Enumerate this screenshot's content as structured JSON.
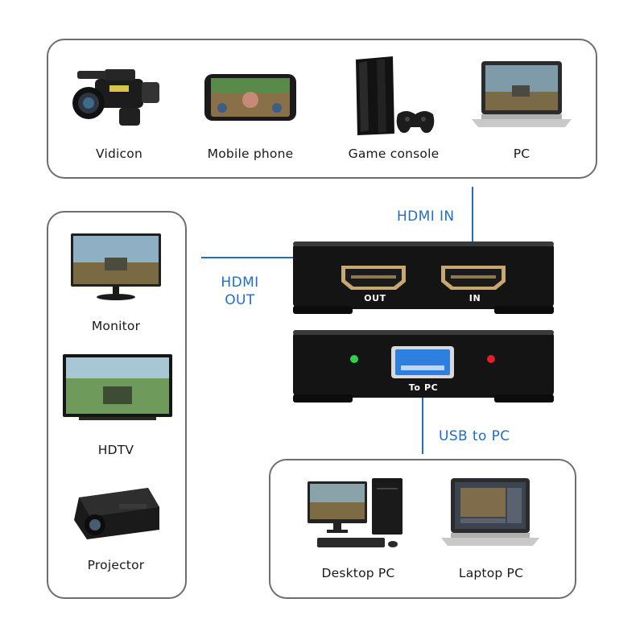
{
  "sources": {
    "vidicon": "Vidicon",
    "mobile_phone": "Mobile phone",
    "game_console": "Game console",
    "pc": "PC"
  },
  "displays": {
    "monitor": "Monitor",
    "hdtv": "HDTV",
    "projector": "Projector"
  },
  "computers": {
    "desktop_pc": "Desktop PC",
    "laptop_pc": "Laptop PC"
  },
  "connections": {
    "hdmi_in": "HDMI IN",
    "hdmi_out_line1": "HDMI",
    "hdmi_out_line2": "OUT",
    "usb_to_pc": "USB to PC"
  },
  "device": {
    "port_out": "OUT",
    "port_in": "IN",
    "port_usb": "To PC"
  },
  "colors": {
    "accent": "#1f6fc2",
    "panel_border": "#6e6e6e",
    "device_body": "#141414",
    "led_green": "#2fd14a",
    "led_red": "#e0202a",
    "usb_blue": "#2f7fe0",
    "hdmi_gold": "#c8a870"
  }
}
